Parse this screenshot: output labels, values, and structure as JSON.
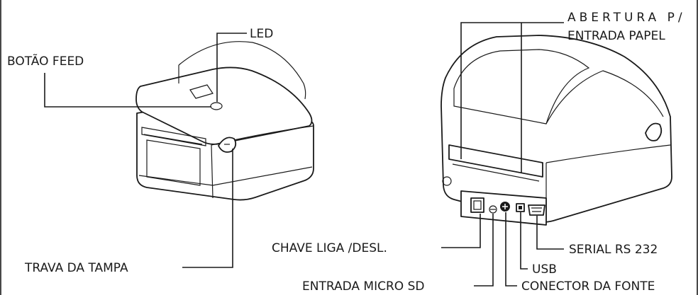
{
  "labels": {
    "led": "LED",
    "botao_feed": "BOTÃO FEED",
    "trava_tampa": "TRAVA DA TAMPA",
    "abertura_line1": "ABERTURA P/",
    "abertura_line2": "ENTRADA PAPEL",
    "chave": "CHAVE LIGA /DESL.",
    "serial": "SERIAL RS 232",
    "usb": "USB",
    "micro_sd": "ENTRADA MICRO SD",
    "conector": "CONECTOR DA FONTE"
  },
  "colors": {
    "line": "#1a1a1a",
    "background": "#ffffff"
  }
}
